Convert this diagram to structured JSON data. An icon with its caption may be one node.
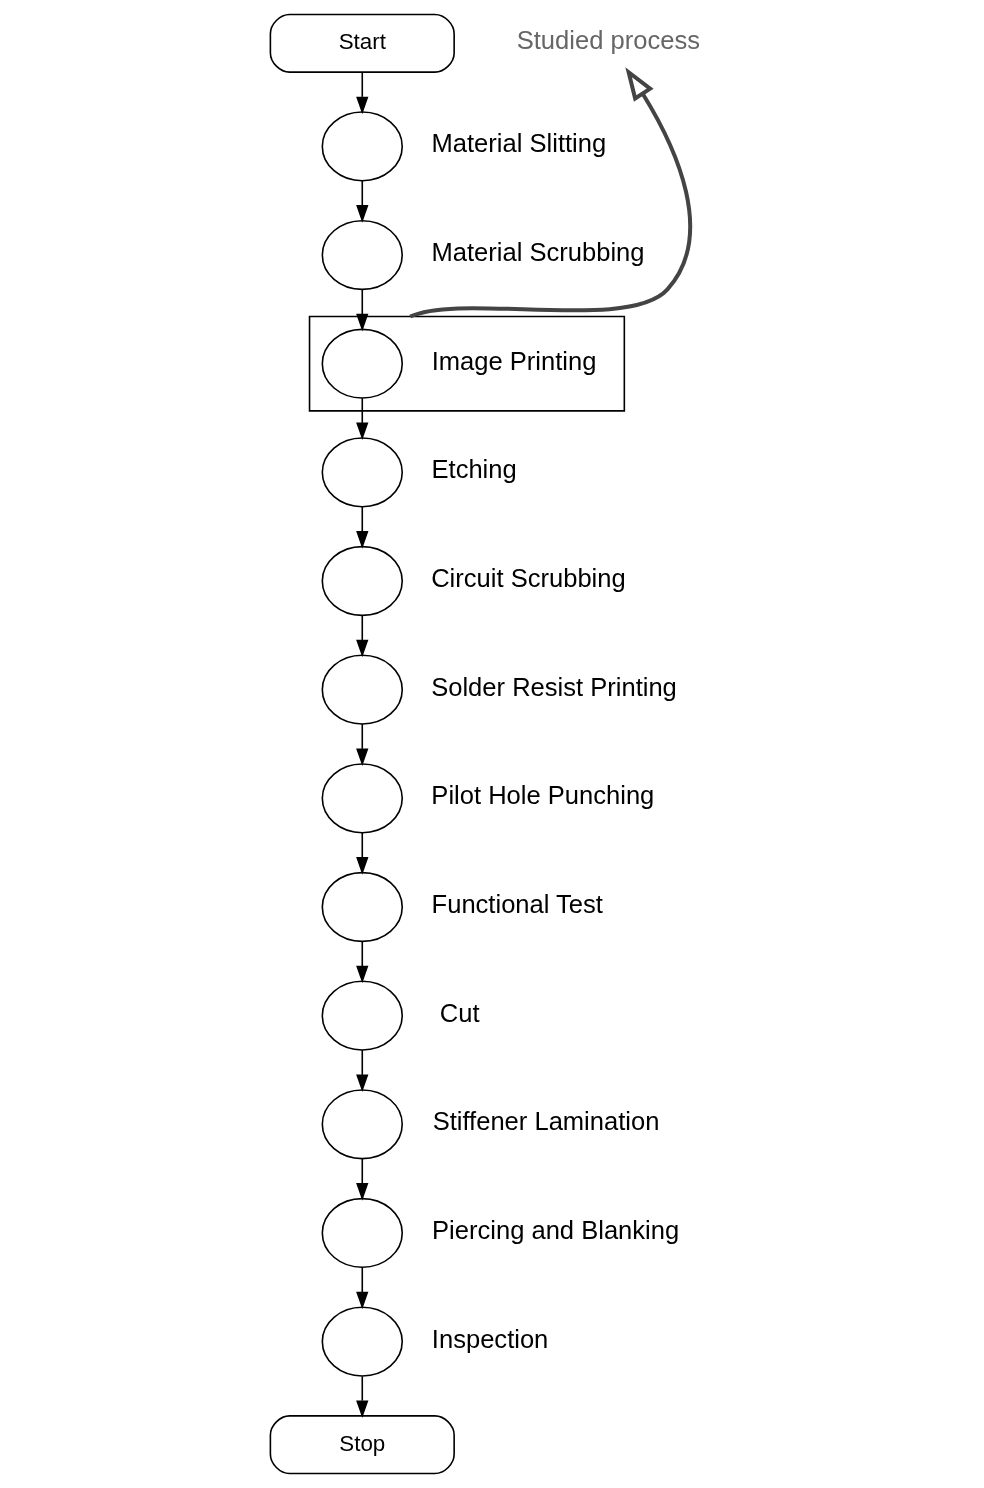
{
  "diagram": {
    "nodes": [
      {
        "text": [
          "Start"
        ]
      },
      {
        "text": [],
        "shape": "circle",
        "beside": [
          "Material Slitting"
        ]
      },
      {
        "text": [],
        "shape": "circle",
        "beside": [
          "Material Scrubbing"
        ]
      },
      {
        "text": [],
        "shape": "box"
      },
      {
        "text": [],
        "shape": "circle",
        "beside": [
          "Image Printing"
        ],
        "in": 3
      },
      {
        "text": [],
        "shape": "circle",
        "beside": [
          "Etching"
        ]
      },
      {
        "text": [],
        "shape": "circle",
        "beside": [
          "Circuit Scrubbing"
        ]
      },
      {
        "text": [],
        "shape": "circle",
        "beside": [
          "Solder Resist Printing"
        ]
      },
      {
        "text": [],
        "shape": "circle",
        "beside": [
          "Pilot Hole Punching"
        ]
      },
      {
        "text": [],
        "shape": "circle",
        "beside": [
          "Functional Test"
        ]
      },
      {
        "text": [],
        "shape": "circle",
        "beside": [
          "Cut"
        ]
      },
      {
        "text": [],
        "shape": "circle",
        "beside": [
          "Stiffener Lamination"
        ]
      },
      {
        "text": [],
        "shape": "circle",
        "beside": [
          "Piercing and Blanking"
        ]
      },
      {
        "text": [],
        "shape": "circle",
        "beside": [
          "Inspection"
        ]
      },
      {
        "text": [
          "Stop"
        ]
      },
      {
        "text": [
          "Studied process"
        ]
      }
    ],
    "edges": [
      {
        "from": 0,
        "to": 1,
        "arrow": "to"
      },
      {
        "from": 1,
        "to": 2,
        "arrow": "to"
      },
      {
        "from": 2,
        "to": 4,
        "arrow": "to"
      },
      {
        "from": 4,
        "to": 5,
        "arrow": "to"
      },
      {
        "from": 5,
        "to": 6,
        "arrow": "to"
      },
      {
        "from": 6,
        "to": 7,
        "arrow": "to"
      },
      {
        "from": 7,
        "to": 8,
        "arrow": "to"
      },
      {
        "from": 8,
        "to": 9,
        "arrow": "to"
      },
      {
        "from": 9,
        "to": 10,
        "arrow": "to"
      },
      {
        "from": 10,
        "to": 11,
        "arrow": "to"
      },
      {
        "from": 11,
        "to": 12,
        "arrow": "to"
      },
      {
        "from": 12,
        "to": 13,
        "arrow": "to"
      },
      {
        "from": 13,
        "to": 14,
        "arrow": "to"
      },
      {
        "from": 3,
        "to": 15,
        "arrow": "to",
        "style": "thick"
      }
    ]
  }
}
